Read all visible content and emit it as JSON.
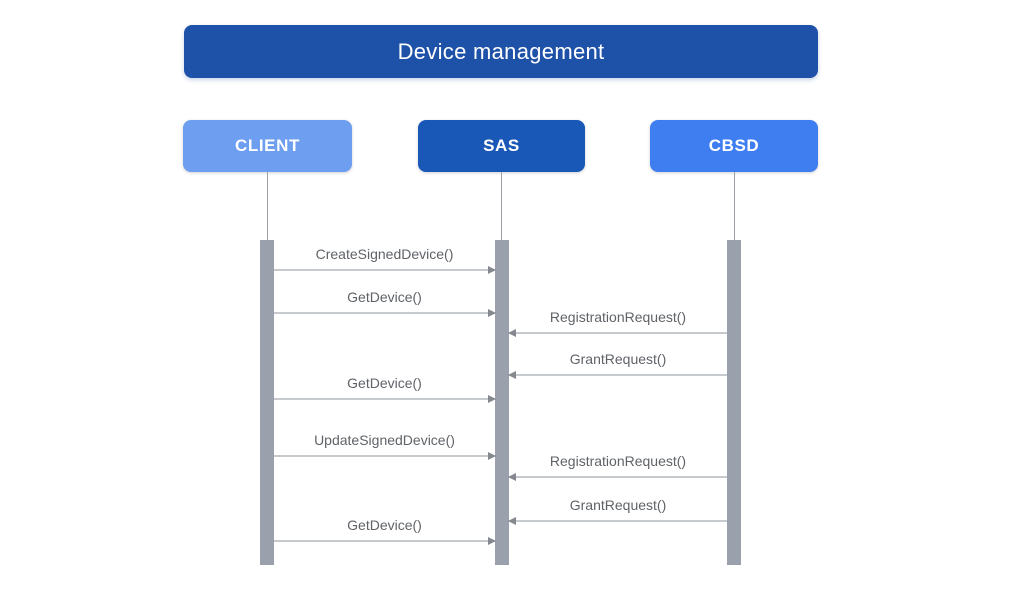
{
  "diagram": {
    "title": "Device management",
    "actors": [
      {
        "id": "client",
        "label": "CLIENT",
        "bg_color": "#6D9EEF"
      },
      {
        "id": "sas",
        "label": "SAS",
        "bg_color": "#1A58B8"
      },
      {
        "id": "cbsd",
        "label": "CBSD",
        "bg_color": "#3E7EF1"
      }
    ],
    "colors": {
      "title_bg": "#1E51A8",
      "actor_text": "#FFFFFF",
      "activation_bar": "#9AA1AC",
      "lifeline": "#9AA0A6",
      "arrow_line": "#C6CACE",
      "arrow_head": "#85898F",
      "message_text": "#5F6368",
      "background": "#FFFFFF"
    },
    "messages": [
      {
        "label": "CreateSignedDevice()",
        "from": "CLIENT",
        "to": "SAS",
        "direction": "right"
      },
      {
        "label": "GetDevice()",
        "from": "CLIENT",
        "to": "SAS",
        "direction": "right"
      },
      {
        "label": "RegistrationRequest()",
        "from": "CBSD",
        "to": "SAS",
        "direction": "left"
      },
      {
        "label": "GrantRequest()",
        "from": "CBSD",
        "to": "SAS",
        "direction": "left"
      },
      {
        "label": "GetDevice()",
        "from": "CLIENT",
        "to": "SAS",
        "direction": "right"
      },
      {
        "label": "UpdateSignedDevice()",
        "from": "CLIENT",
        "to": "SAS",
        "direction": "right"
      },
      {
        "label": "RegistrationRequest()",
        "from": "CBSD",
        "to": "SAS",
        "direction": "left"
      },
      {
        "label": "GrantRequest()",
        "from": "CBSD",
        "to": "SAS",
        "direction": "left"
      },
      {
        "label": "GetDevice()",
        "from": "CLIENT",
        "to": "SAS",
        "direction": "right"
      }
    ]
  }
}
